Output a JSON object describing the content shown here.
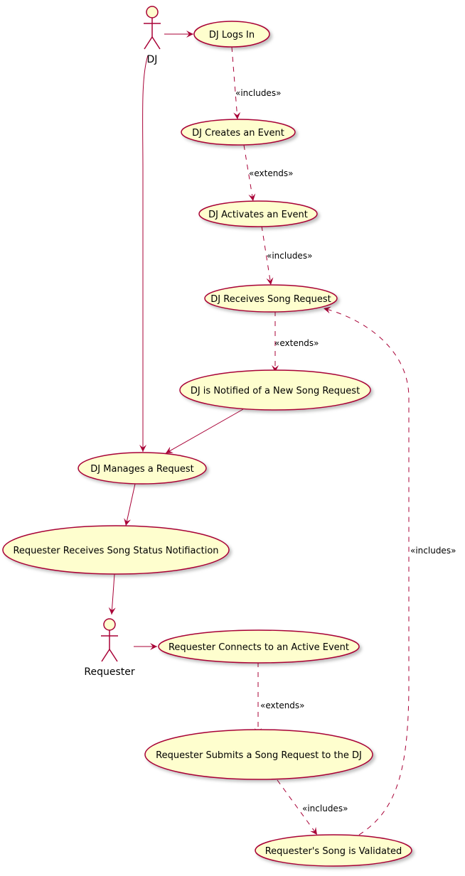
{
  "colors": {
    "stroke": "#A80036",
    "fill": "#FEFECE",
    "shadow": "#C8C8C8"
  },
  "actors": {
    "dj": {
      "label": "DJ"
    },
    "requester": {
      "label": "Requester"
    }
  },
  "usecases": {
    "dj_logs_in": "DJ Logs In",
    "dj_creates_event": "DJ Creates an Event",
    "dj_activates_event": "DJ Activates an Event",
    "dj_receives_request": "DJ Receives Song Request",
    "dj_notified": "DJ is Notified of a New Song Request",
    "dj_manages": "DJ Manages a Request",
    "requester_receives_status": "Requester Receives Song Status Notifiaction",
    "requester_connects": "Requester Connects to an Active Event",
    "requester_submits": "Requester Submits a Song Request to the DJ",
    "requester_validated": "Requester's Song is Validated"
  },
  "relations": {
    "login_creates": "«includes»",
    "creates_activates": "«extends»",
    "activates_receives": "«includes»",
    "receives_notified": "«extends»",
    "connects_submits": "«extends»",
    "submits_validated": "«includes»",
    "validated_receives": "«includes»"
  }
}
